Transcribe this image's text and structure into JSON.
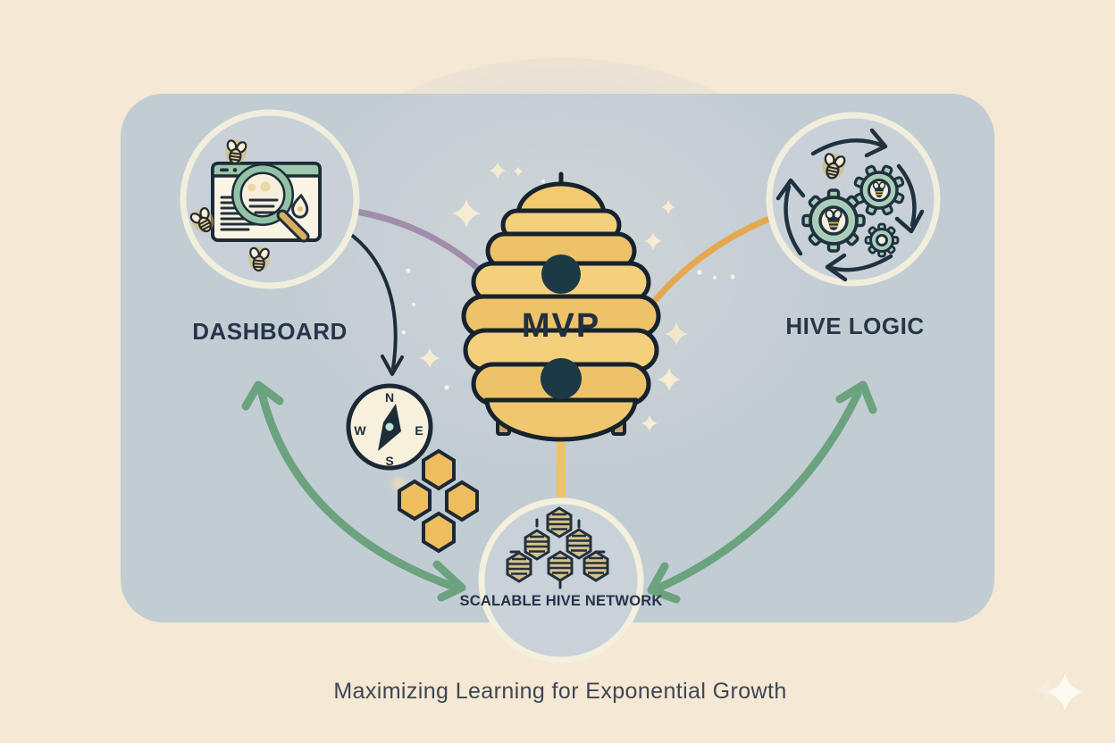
{
  "caption": "Maximizing Learning for Exponential Growth",
  "nodes": {
    "dashboard": {
      "label": "DASHBOARD"
    },
    "mvp": {
      "label": "MVP"
    },
    "hive_logic": {
      "label": "HIVE LOGIC"
    },
    "network": {
      "label": "SCALABLE HIVE NETWORK"
    }
  },
  "compass": {
    "north": "N",
    "east": "E",
    "south": "S",
    "west": "W"
  },
  "icons": {
    "dashboard-icon": "browser window with magnifying glass, honey drop and bees",
    "beehive-icon": "stacked straw beehive with two entrance holes",
    "gears-icon": "three gears with bees inside, circular cycle arrows",
    "compass-icon": "compass with N E S W and needle",
    "honeycomb-icon": "four honey hexagon cells",
    "hive-network-icon": "six linked hive hexagons",
    "sparkle-icon": "four point star sparkle"
  },
  "colors": {
    "background": "#f5e8d4",
    "panel": "#c2ccd3",
    "ring_cream": "#f2eedd",
    "hive_yellow_light": "#f4d07c",
    "hive_yellow_deep": "#eec268",
    "outline_navy": "#16222e",
    "hole_teal": "#1c3a45",
    "gear_green": "#a9cdb8",
    "mint_header": "#9dc8ac",
    "green_arrow": "#6aa37e",
    "purple_connector": "#a18cab",
    "orange_connector": "#e5a84e",
    "yellow_connector": "#ecc26b",
    "label_navy": "#26354a",
    "caption_gray": "#3e4653",
    "network_hex": "#d8c28b",
    "honey_hex": "#eebe5e"
  }
}
